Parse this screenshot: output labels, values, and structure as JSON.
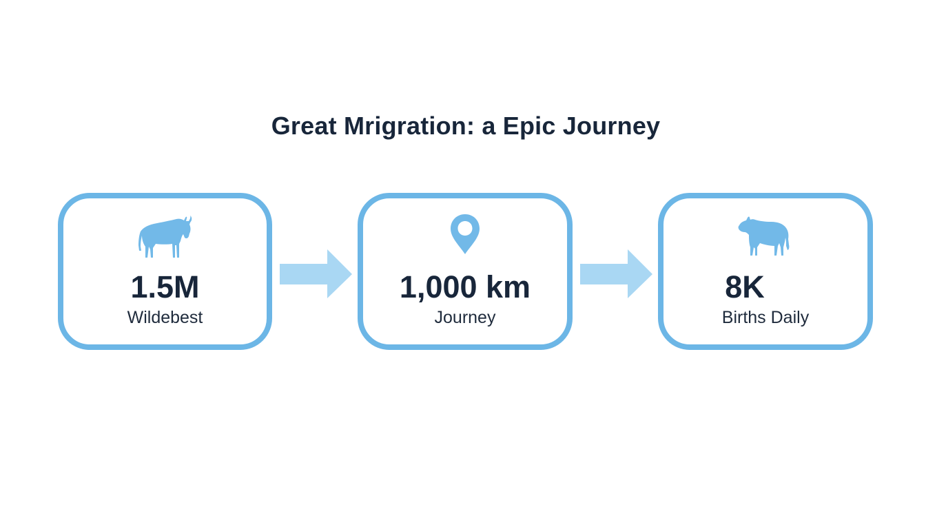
{
  "title": "Great Mrigration: a Epic Journey",
  "colors": {
    "accent_border": "#6cb6e6",
    "icon_fill": "#72b9e8",
    "arrow_fill": "#a9d7f3",
    "text_dark": "#18263a",
    "background": "#ffffff"
  },
  "cards": [
    {
      "icon": "wildebeest-icon",
      "value": "1.5M",
      "label": "Wildebest"
    },
    {
      "icon": "map-pin-icon",
      "value": "1,000 km",
      "label": "Journey"
    },
    {
      "icon": "calf-icon",
      "value": "8K",
      "label": "Births Daily"
    }
  ],
  "connectors": [
    {
      "icon": "arrow-right-icon",
      "from": 0,
      "to": 1
    },
    {
      "icon": "arrow-right-icon",
      "from": 1,
      "to": 2
    }
  ]
}
